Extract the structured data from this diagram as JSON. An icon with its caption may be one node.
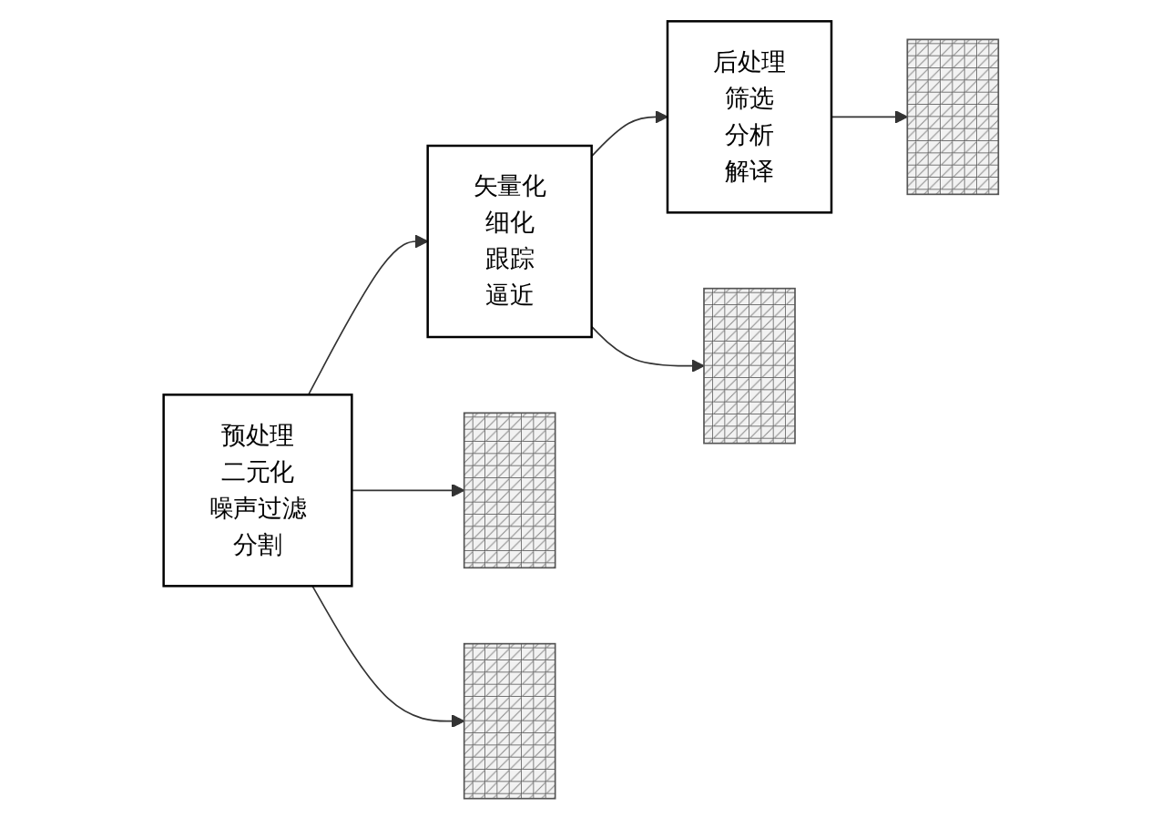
{
  "diagram": {
    "nodes": [
      {
        "text": [
          "预处理",
          "二元化",
          "噪声过滤",
          "分割"
        ]
      },
      {
        "text": [
          "矢量化",
          "细化",
          "跟踪",
          "逼近"
        ]
      },
      {
        "text": [
          "后处理",
          "筛选",
          "分析",
          "解译"
        ]
      },
      {
        "text": [],
        "shape": "box"
      },
      {
        "text": [],
        "shape": "box"
      },
      {
        "text": [],
        "shape": "box"
      },
      {
        "text": [],
        "shape": "box"
      }
    ],
    "edges": [
      {
        "from": 0,
        "to": 3,
        "arrow": "to"
      },
      {
        "from": 0,
        "to": 4,
        "arrow": "to"
      },
      {
        "from": 0,
        "to": 1,
        "arrow": "to"
      },
      {
        "from": 1,
        "to": 5,
        "arrow": "to"
      },
      {
        "from": 1,
        "to": 2,
        "arrow": "to"
      },
      {
        "from": 2,
        "to": 6,
        "arrow": "to"
      }
    ]
  }
}
